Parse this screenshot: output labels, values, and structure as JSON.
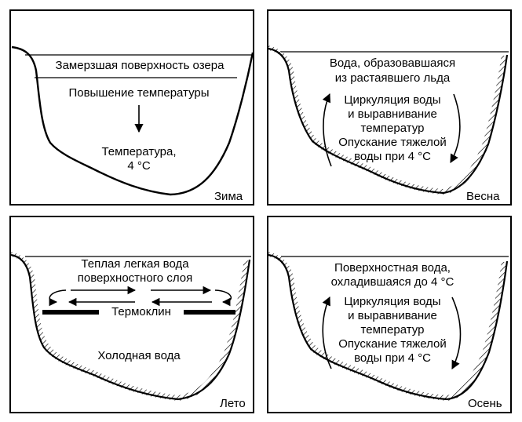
{
  "panels": {
    "winter": {
      "season": "Зима",
      "ice_surface": "Замерзшая поверхность озера",
      "temp_rise": "Повышение температуры",
      "temp_line1": "Температура,",
      "temp_line2": "4 °C"
    },
    "spring": {
      "season": "Весна",
      "melt_line1": "Вода, образовавшаяся",
      "melt_line2": "из растаявшего льда",
      "circ_line1": "Циркуляция воды",
      "circ_line2": "и выравнивание",
      "circ_line3": "температур",
      "sink_line1": "Опускание тяжелой",
      "sink_line2": "воды при 4 °C"
    },
    "summer": {
      "season": "Лето",
      "warm_line1": "Теплая легкая вода",
      "warm_line2": "поверхностного слоя",
      "thermocline": "Термоклин",
      "cold_water": "Холодная вода"
    },
    "autumn": {
      "season": "Осень",
      "surface_line1": "Поверхностная вода,",
      "surface_line2": "охладившаяся до 4 °C",
      "circ_line1": "Циркуляция воды",
      "circ_line2": "и выравнивание",
      "circ_line3": "температур",
      "sink_line1": "Опускание тяжелой",
      "sink_line2": "воды при 4 °C"
    }
  }
}
